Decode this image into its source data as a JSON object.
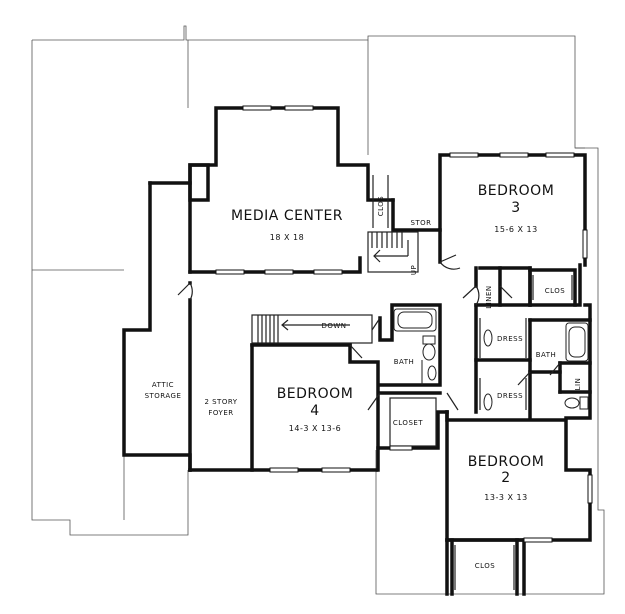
{
  "rooms": {
    "media_center": {
      "name": "MEDIA CENTER",
      "size": "18 X 18"
    },
    "bedroom3": {
      "name_line1": "BEDROOM",
      "name_line2": "3",
      "size": "15-6 X 13"
    },
    "bedroom4": {
      "name_line1": "BEDROOM",
      "name_line2": "4",
      "size": "14-3 X 13-6"
    },
    "bedroom2": {
      "name_line1": "BEDROOM",
      "name_line2": "2",
      "size": "13-3 X 13"
    },
    "attic": {
      "line1": "ATTIC",
      "line2": "STORAGE"
    },
    "foyer": {
      "line1": "2 STORY",
      "line2": "FOYER"
    }
  },
  "labels": {
    "clos_media": "CLOS",
    "stor": "STOR",
    "up": "UP",
    "down": "DOWN",
    "clos_b3": "CLOS",
    "linen": "LINEN",
    "dress1": "DRESS",
    "dress2": "DRESS",
    "bath_b4": "BATH",
    "bath_mid": "BATH",
    "lin": "LIN",
    "closet": "CLOSET",
    "clos_b2": "CLOS"
  }
}
